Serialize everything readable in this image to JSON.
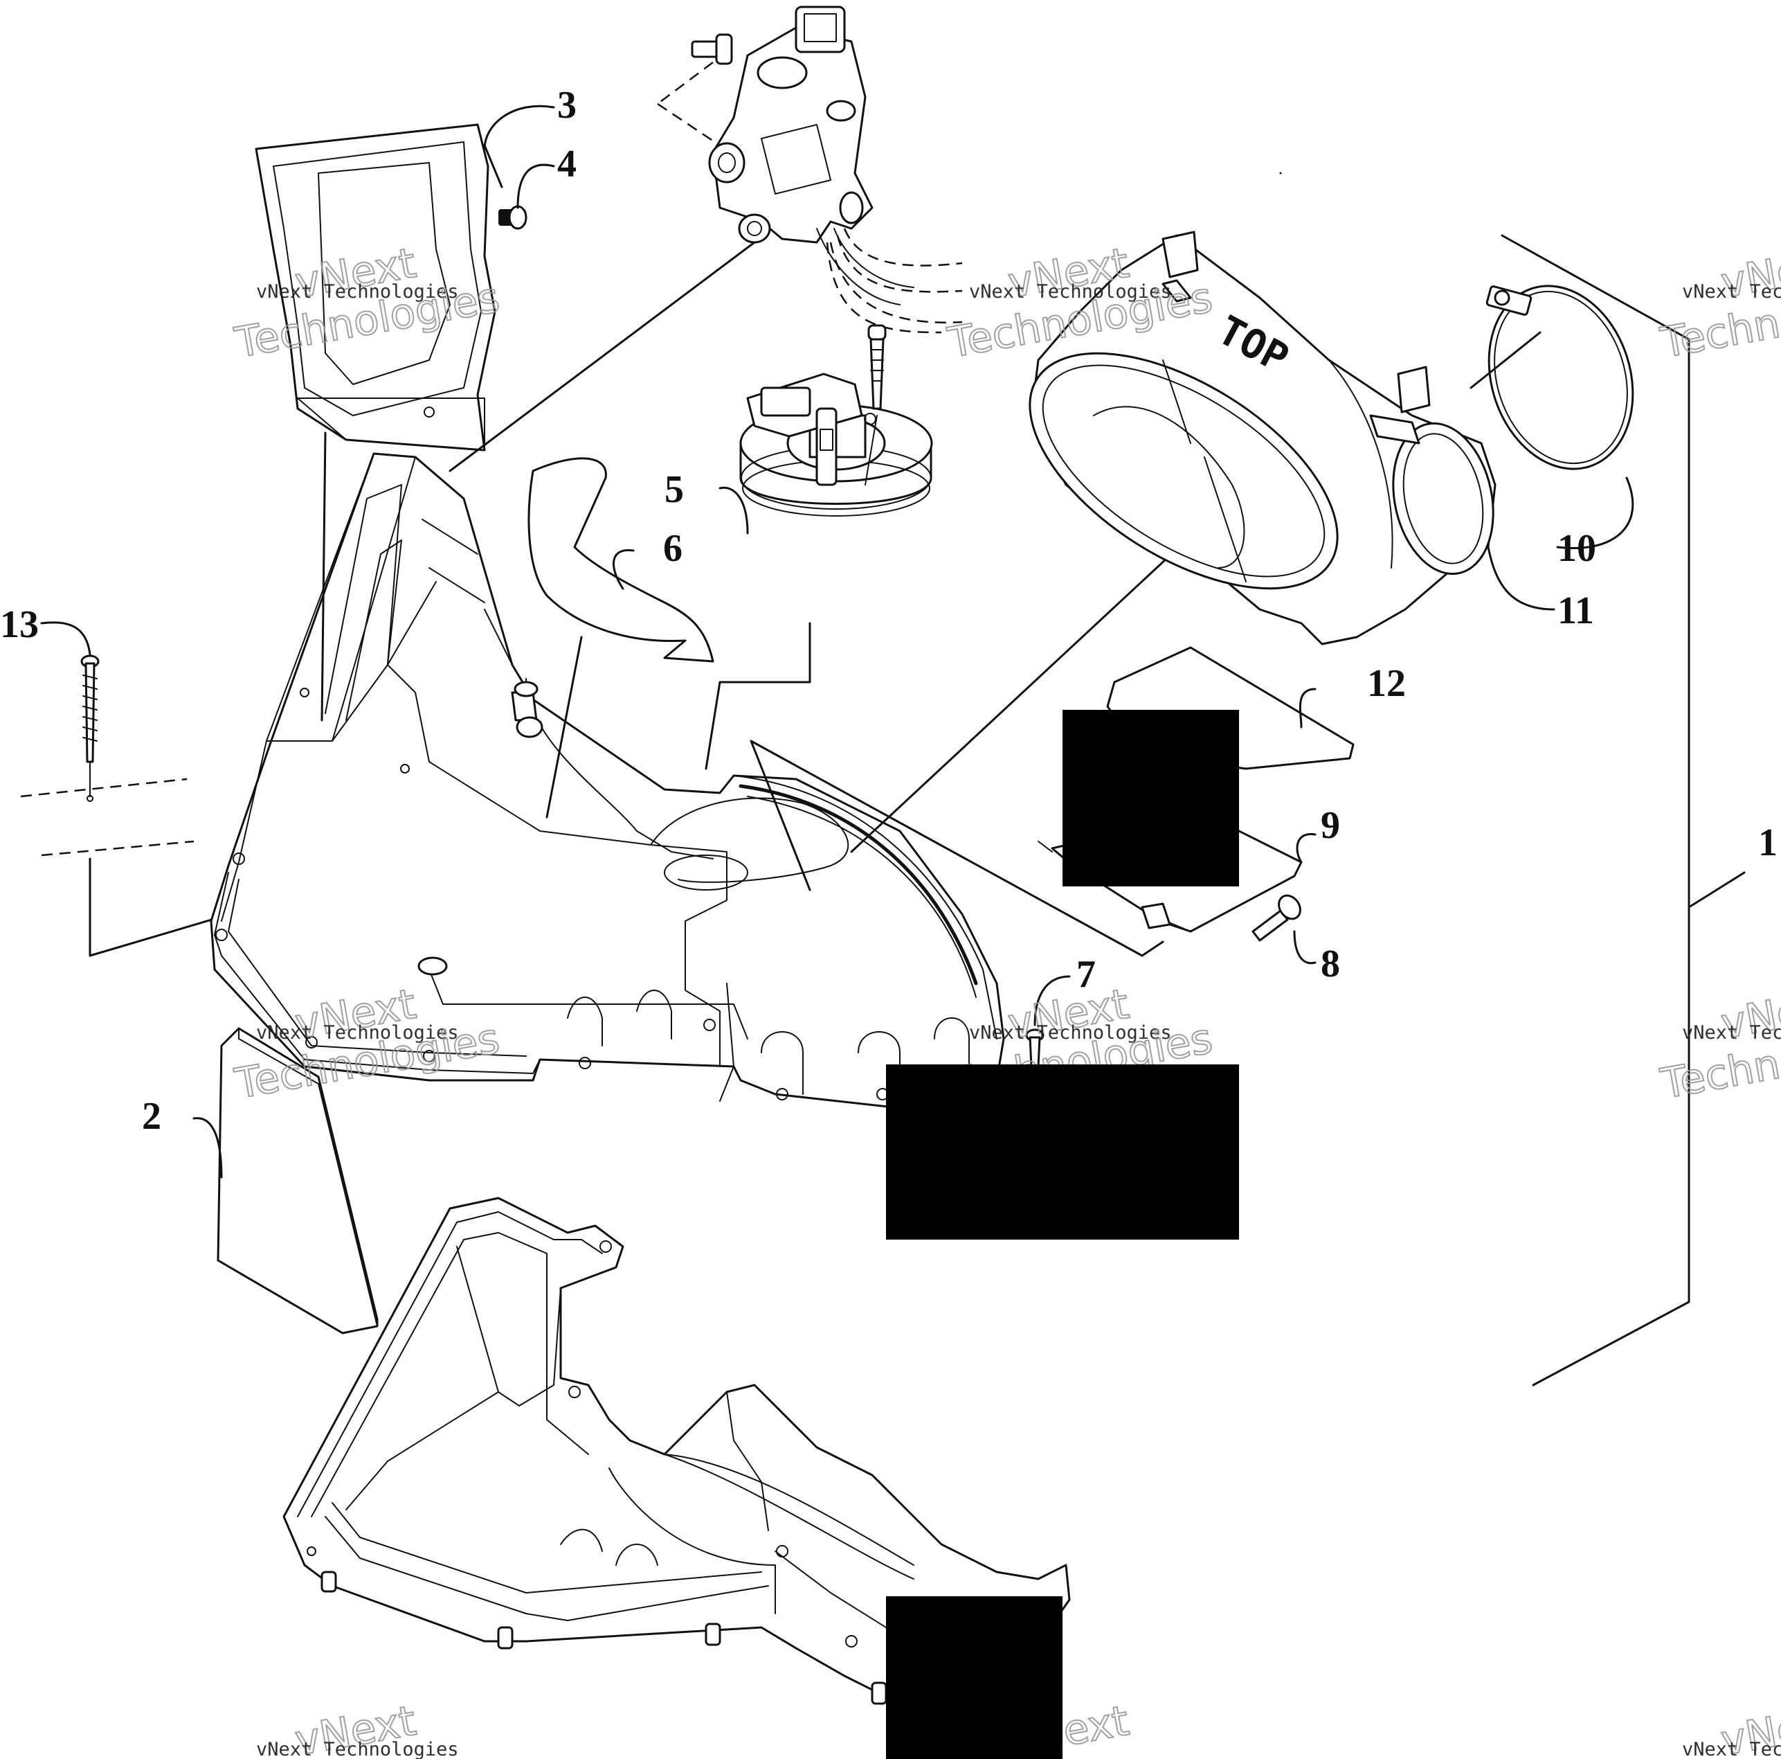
{
  "callouts": [
    {
      "id": "1",
      "label": "1"
    },
    {
      "id": "2",
      "label": "2"
    },
    {
      "id": "3",
      "label": "3"
    },
    {
      "id": "4",
      "label": "4"
    },
    {
      "id": "5",
      "label": "5"
    },
    {
      "id": "6",
      "label": "6"
    },
    {
      "id": "7",
      "label": "7"
    },
    {
      "id": "8",
      "label": "8"
    },
    {
      "id": "9",
      "label": "9"
    },
    {
      "id": "10",
      "label": "10"
    },
    {
      "id": "11",
      "label": "11"
    },
    {
      "id": "12",
      "label": "12"
    },
    {
      "id": "13",
      "label": "13"
    }
  ],
  "part_marking": "TOP",
  "watermark": {
    "small": "vNext Technologies",
    "large_line1": "vNext",
    "large_line2": "Technologies"
  }
}
